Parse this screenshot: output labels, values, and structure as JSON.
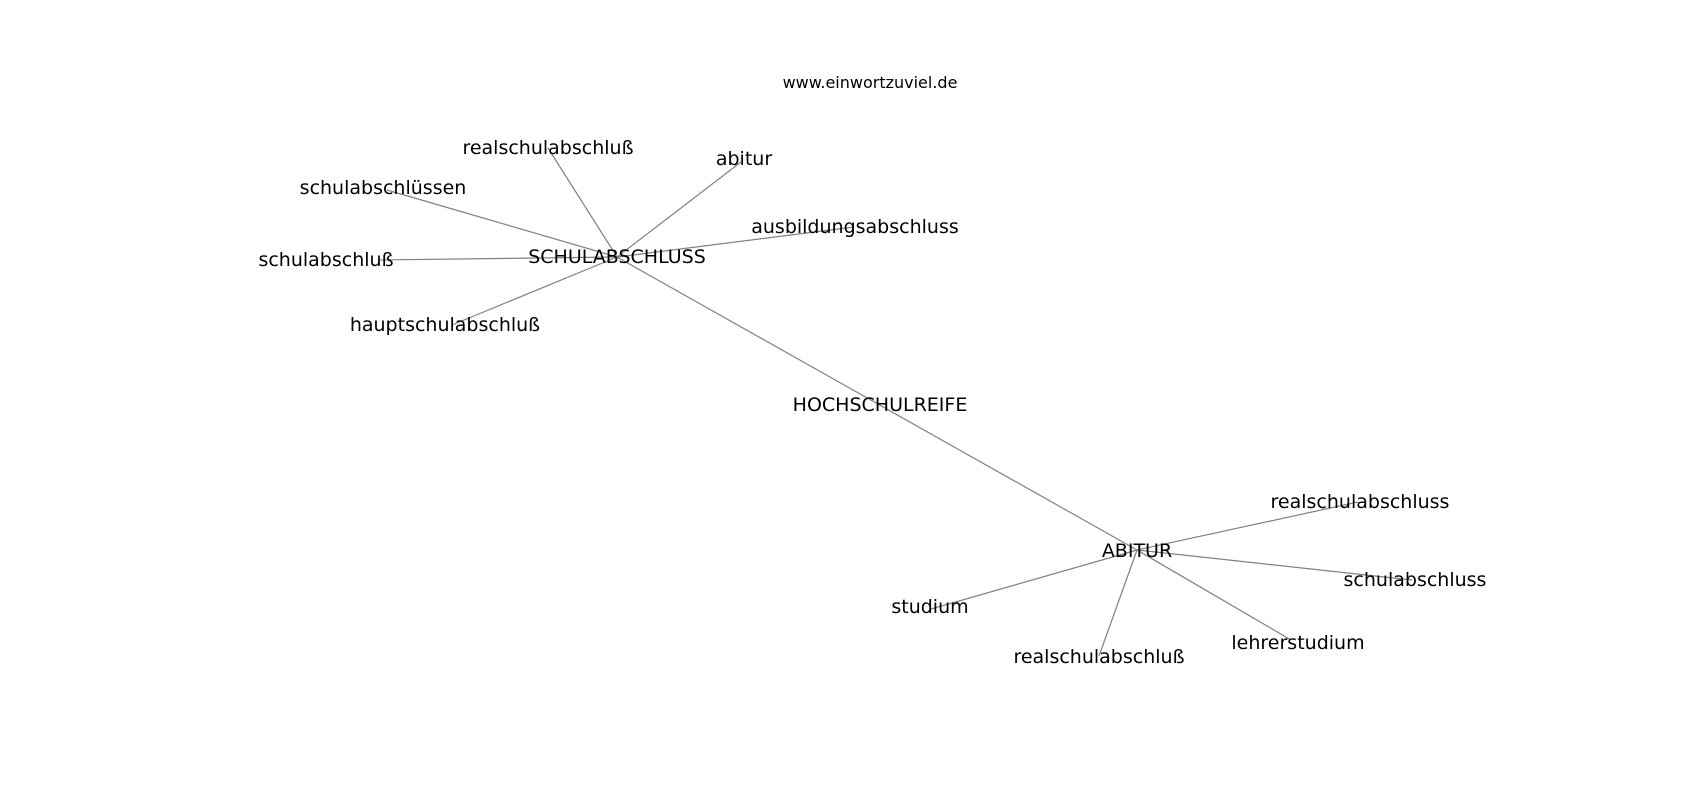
{
  "caption": "www.einwortzuviel.de",
  "graph": {
    "nodes": [
      {
        "id": "schulabschluss_main",
        "label": "SCHULABSCHLUSS"
      },
      {
        "id": "hochschulreife",
        "label": "HOCHSCHULREIFE"
      },
      {
        "id": "abitur_main",
        "label": "ABITUR"
      },
      {
        "id": "realschulabschluss_sharp_1",
        "label": "realschulabschluß"
      },
      {
        "id": "abitur_lower",
        "label": "abitur"
      },
      {
        "id": "schulabschluessen",
        "label": "schulabschlüssen"
      },
      {
        "id": "ausbildungsabschluss",
        "label": "ausbildungsabschluss"
      },
      {
        "id": "schulabschluss_sharp",
        "label": "schulabschluß"
      },
      {
        "id": "hauptschulabschluss_sharp",
        "label": "hauptschulabschluß"
      },
      {
        "id": "realschulabschluss",
        "label": "realschulabschluss"
      },
      {
        "id": "schulabschluss_lower",
        "label": "schulabschluss"
      },
      {
        "id": "studium",
        "label": "studium"
      },
      {
        "id": "lehrerstudium",
        "label": "lehrerstudium"
      },
      {
        "id": "realschulabschluss_sharp_2",
        "label": "realschulabschluß"
      }
    ],
    "edges": [
      {
        "source": "schulabschluss_main",
        "target": "realschulabschluss_sharp_1"
      },
      {
        "source": "schulabschluss_main",
        "target": "abitur_lower"
      },
      {
        "source": "schulabschluss_main",
        "target": "schulabschluessen"
      },
      {
        "source": "schulabschluss_main",
        "target": "ausbildungsabschluss"
      },
      {
        "source": "schulabschluss_main",
        "target": "schulabschluss_sharp"
      },
      {
        "source": "schulabschluss_main",
        "target": "hauptschulabschluss_sharp"
      },
      {
        "source": "schulabschluss_main",
        "target": "abitur_main"
      },
      {
        "source": "abitur_main",
        "target": "realschulabschluss"
      },
      {
        "source": "abitur_main",
        "target": "schulabschluss_lower"
      },
      {
        "source": "abitur_main",
        "target": "studium"
      },
      {
        "source": "abitur_main",
        "target": "lehrerstudium"
      },
      {
        "source": "abitur_main",
        "target": "realschulabschluss_sharp_2"
      }
    ]
  }
}
